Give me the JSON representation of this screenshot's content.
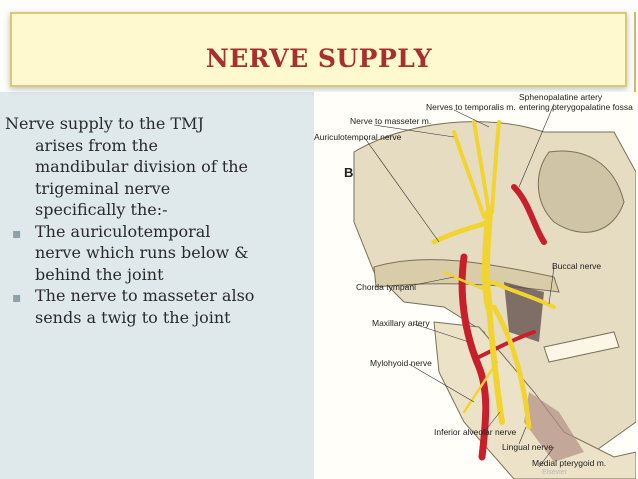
{
  "slide": {
    "title": "NERVE SUPPLY",
    "intro_lines": [
      "Nerve supply to the TMJ",
      "arises from the",
      "mandibular division of the",
      "trigeminal nerve",
      "specifically the:-"
    ],
    "bullets": [
      {
        "lines": [
          "The auriculotemporal",
          "nerve which runs below &",
          "behind the joint"
        ]
      },
      {
        "lines": [
          "The nerve to masseter also",
          "sends a twig to the joint"
        ]
      }
    ],
    "bullet_glyph": "▪"
  },
  "figure": {
    "panel_letter": "B",
    "labels": {
      "sphenopalatine": "Sphenopalatine artery",
      "pterygopalatine": "entering pterygopalatine fossa",
      "temporalis": "Nerves to temporalis m.",
      "masseter": "Nerve to masseter m.",
      "auriculotemporal": "Auriculotemporal nerve",
      "buccal": "Buccal nerve",
      "chorda": "Chorda tympani",
      "maxillary": "Maxillary artery",
      "mylohyoid": "Mylohyoid nerve",
      "inferior_alveolar": "Inferior alveolar nerve",
      "lingual": "Lingual nerve",
      "medial_pterygoid": "Medial pterygoid m."
    },
    "watermark": "Elsevier"
  },
  "colors": {
    "title": "#a7302a",
    "nerve": "#f2d431",
    "artery": "#c8202a",
    "bone": "#e8dcc0"
  }
}
